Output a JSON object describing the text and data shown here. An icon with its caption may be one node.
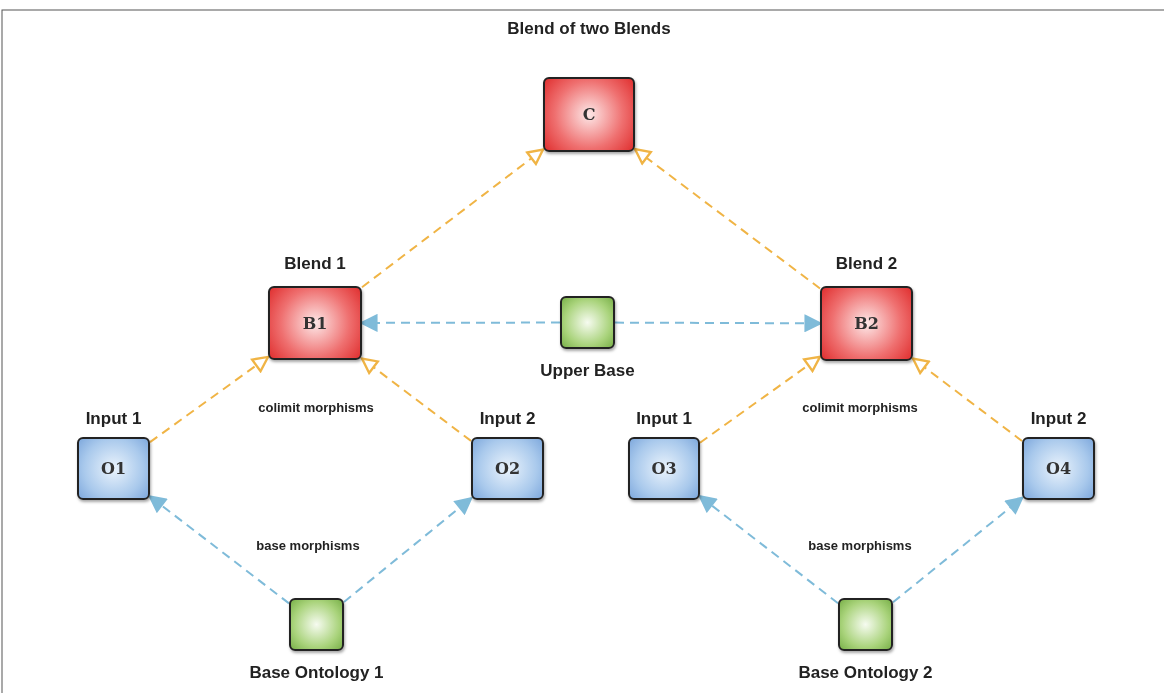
{
  "diagram": {
    "nodes": [
      {
        "text": [
          "Blend of two Blends",
          "C"
        ]
      },
      {
        "text": [
          "Blend 1",
          "B1"
        ]
      },
      {
        "text": [
          "Upper Base"
        ]
      },
      {
        "text": [
          "Blend 2",
          "B2"
        ]
      },
      {
        "text": [
          "Input 1",
          "O1"
        ]
      },
      {
        "text": [
          "Input 2",
          "O2"
        ]
      },
      {
        "text": [
          "Input 1",
          "O3"
        ]
      },
      {
        "text": [
          "Input 2",
          "O4"
        ]
      },
      {
        "text": [
          "Base Ontology 1"
        ]
      },
      {
        "text": [
          "Base Ontology 2"
        ]
      }
    ],
    "edges": [
      {
        "from": 1,
        "to": 0,
        "arrow": "to",
        "style": "dashed"
      },
      {
        "from": 3,
        "to": 0,
        "arrow": "to",
        "style": "dashed"
      },
      {
        "from": 2,
        "to": 1,
        "arrow": "to",
        "style": "dashed",
        "color": "#7fbbd9"
      },
      {
        "from": 2,
        "to": 3,
        "arrow": "to",
        "style": "dashed",
        "color": "#7fbbd9"
      },
      {
        "from": 4,
        "to": 1,
        "arrow": "to",
        "style": "dashed"
      },
      {
        "from": 5,
        "to": 1,
        "arrow": "to",
        "style": "dashed"
      },
      {
        "from": 6,
        "to": 3,
        "arrow": "to",
        "style": "dashed"
      },
      {
        "from": 7,
        "to": 3,
        "arrow": "to",
        "style": "dashed"
      },
      {
        "from": 8,
        "to": 4,
        "arrow": "to",
        "style": "dashed",
        "color": "#7fbbd9"
      },
      {
        "from": 8,
        "to": 5,
        "arrow": "to",
        "style": "dashed",
        "color": "#7fbbd9"
      },
      {
        "from": 9,
        "to": 6,
        "arrow": "to",
        "style": "dashed",
        "color": "#7fbbd9"
      },
      {
        "from": 9,
        "to": 7,
        "arrow": "to",
        "style": "dashed",
        "color": "#7fbbd9"
      }
    ],
    "labels": [
      "colimit morphisms",
      "colimit morphisms",
      "base morphisms",
      "base morphisms"
    ]
  }
}
